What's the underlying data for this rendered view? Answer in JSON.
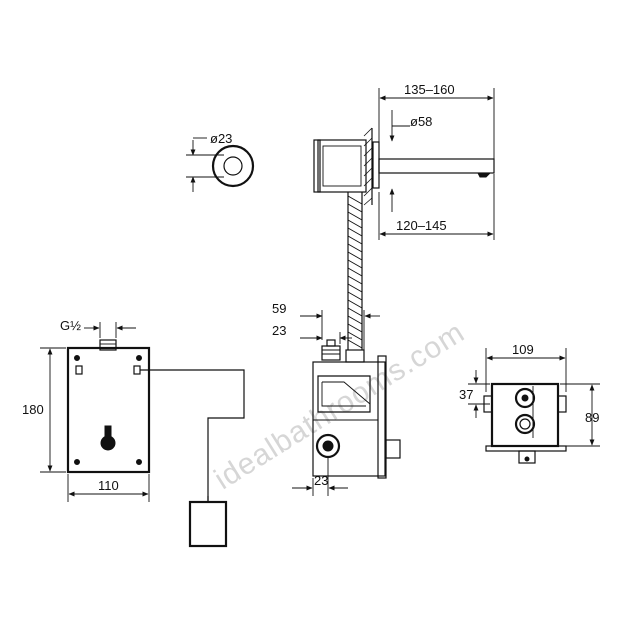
{
  "watermark": "idealbathrooms.com",
  "dimensions": {
    "diameter_23": "ø23",
    "spout_projection": "135–160",
    "diameter_58": "ø58",
    "spout_projection_inner": "120–145",
    "box_offset_59": "59",
    "box_offset_23_top": "23",
    "box_offset_23_bottom": "23",
    "thread_size": "G½",
    "box_height": "180",
    "box_width": "110",
    "front_width": "109",
    "front_offset": "37",
    "front_height": "89"
  }
}
